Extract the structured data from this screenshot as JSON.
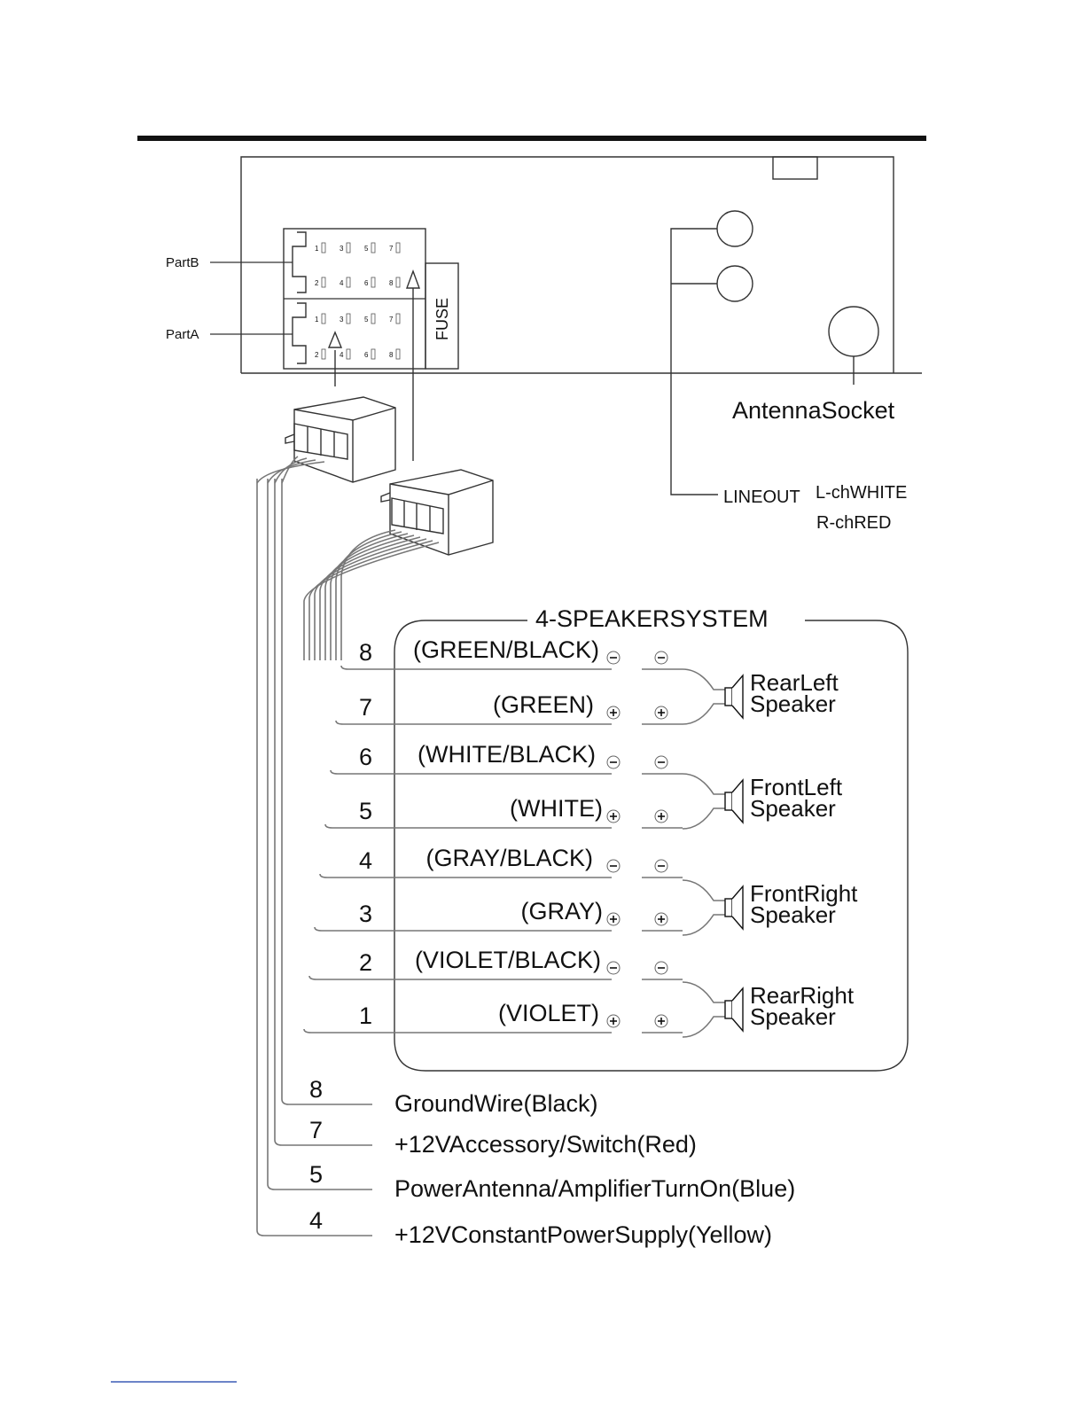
{
  "part_labels": {
    "part_b": "PartB",
    "part_a": "PartA",
    "fuse": "FUSE"
  },
  "pin_numbers": {
    "top_row": [
      "1",
      "3",
      "5",
      "7"
    ],
    "bottom_row": [
      "2",
      "4",
      "6",
      "8"
    ]
  },
  "antenna_socket": "AntennaSocket",
  "lineout": {
    "label": "LINEOUT",
    "left": "L-chWHITE",
    "right": "R-chRED"
  },
  "speaker_system": {
    "title": "4-SPEAKERSYSTEM",
    "wires": [
      {
        "num": "8",
        "color": "(GREEN/BLACK)",
        "polarity": "-"
      },
      {
        "num": "7",
        "color": "(GREEN)",
        "polarity": "+"
      },
      {
        "num": "6",
        "color": "(WHITE/BLACK)",
        "polarity": "-"
      },
      {
        "num": "5",
        "color": "(WHITE)",
        "polarity": "+"
      },
      {
        "num": "4",
        "color": "(GRAY/BLACK)",
        "polarity": "-"
      },
      {
        "num": "3",
        "color": "(GRAY)",
        "polarity": "+"
      },
      {
        "num": "2",
        "color": "(VIOLET/BLACK)",
        "polarity": "-"
      },
      {
        "num": "1",
        "color": "(VIOLET)",
        "polarity": "+"
      }
    ],
    "speakers": [
      {
        "line1": "RearLeft",
        "line2": "Speaker"
      },
      {
        "line1": "FrontLeft",
        "line2": "Speaker"
      },
      {
        "line1": "FrontRight",
        "line2": "Speaker"
      },
      {
        "line1": "RearRight",
        "line2": "Speaker"
      }
    ]
  },
  "power_wires": [
    {
      "num": "8",
      "label": "GroundWire(Black)"
    },
    {
      "num": "7",
      "label": "+12VAccessory/Switch(Red)"
    },
    {
      "num": "5",
      "label": "PowerAntenna/AmplifierTurnOn(Blue)"
    },
    {
      "num": "4",
      "label": "+12VConstantPowerSupply(Yellow)"
    }
  ]
}
